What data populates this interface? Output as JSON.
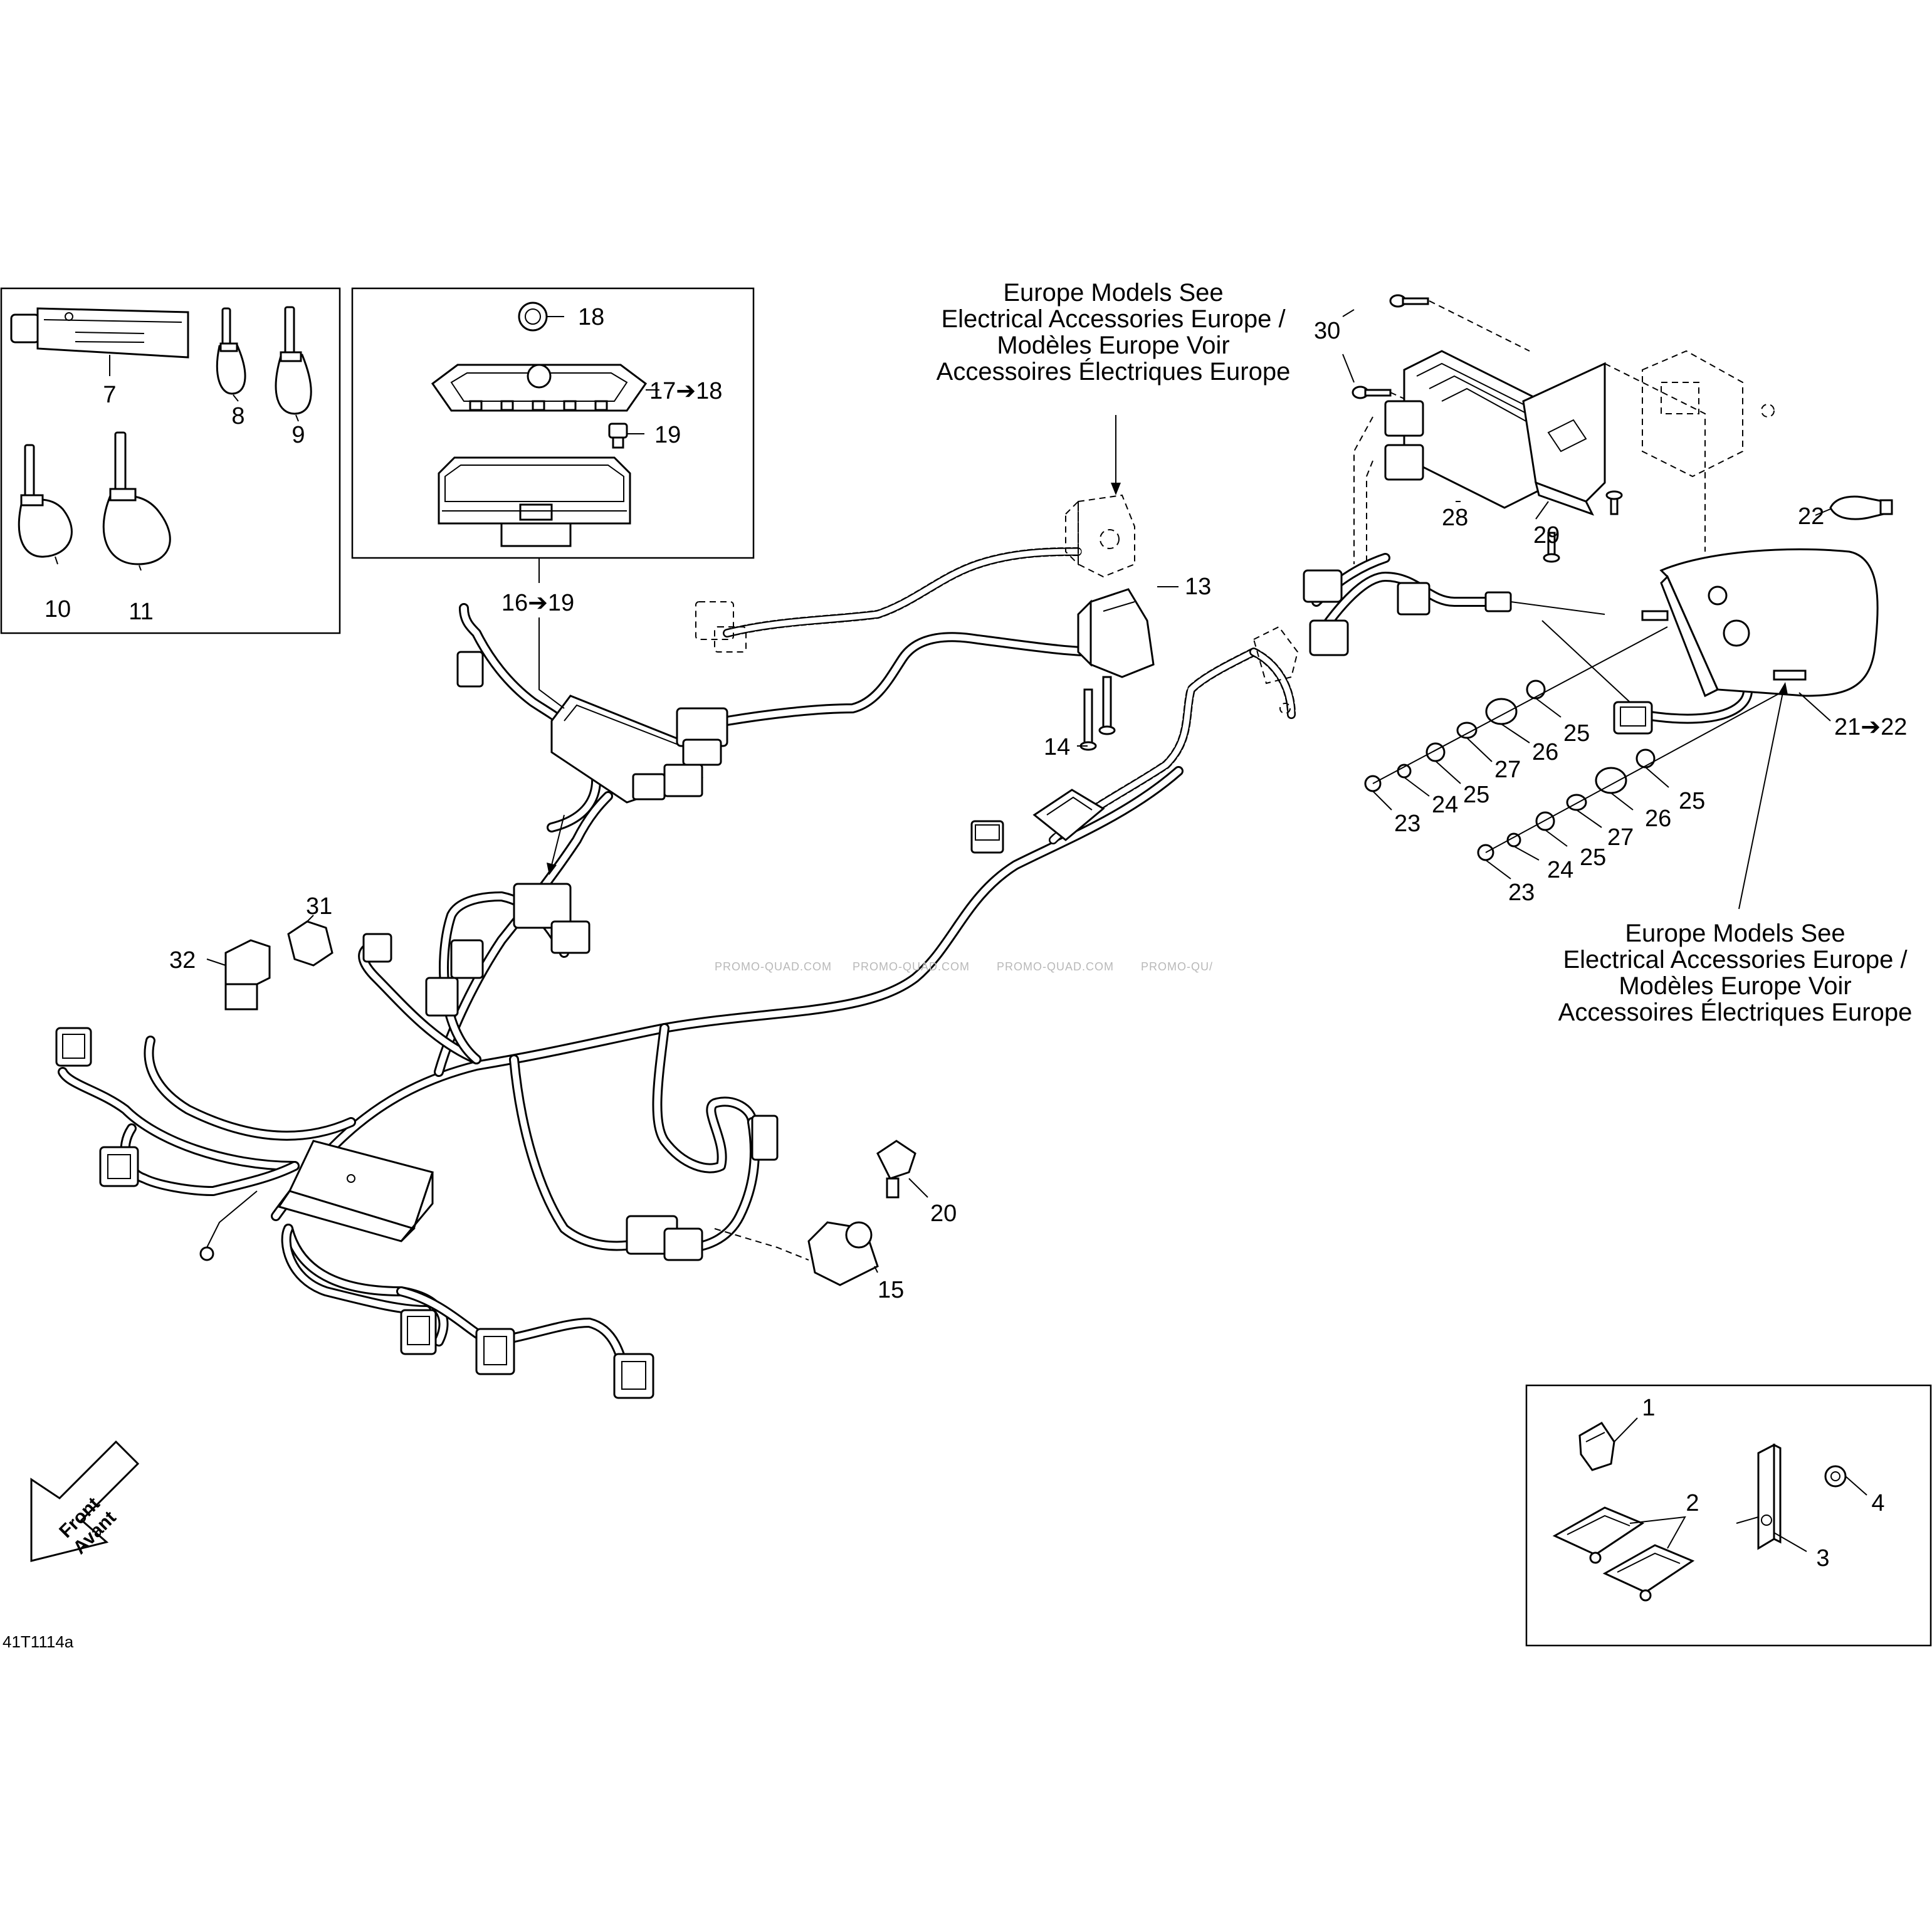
{
  "diagram": {
    "reference_code": "41T1114a",
    "watermark": "PROMO-QUAD.COM",
    "watermark_partial": "PROMO-QU/",
    "front_arrow": {
      "line1": "Front",
      "line2": "Avant"
    },
    "europe_note_top": {
      "line1": "Europe Models See",
      "line2": "Electrical Accessories Europe /",
      "line3": "Modèles Europe Voir",
      "line4": "Accessoires Électriques Europe"
    },
    "europe_note_right": {
      "line1": "Europe Models See",
      "line2": "Electrical Accessories Europe /",
      "line3": "Modèles Europe Voir",
      "line4": "Accessoires Électriques Europe"
    },
    "callouts": {
      "c1": "1",
      "c2": "2",
      "c3": "3",
      "c4": "4",
      "c7": "7",
      "c8": "8",
      "c9": "9",
      "c10": "10",
      "c11": "11",
      "c13": "13",
      "c14": "14",
      "c15": "15",
      "c16_19": "16➔19",
      "c17_18": "17➔18",
      "c18": "18",
      "c19": "19",
      "c20": "20",
      "c21_22": "21➔22",
      "c22": "22",
      "c23a": "23",
      "c23b": "23",
      "c24a": "24",
      "c24b": "24",
      "c25a": "25",
      "c25b": "25",
      "c25c": "25",
      "c25d": "25",
      "c26a": "26",
      "c26b": "26",
      "c27a": "27",
      "c27b": "27",
      "c28": "28",
      "c29": "29",
      "c30": "30",
      "c31": "31",
      "c32": "32"
    }
  }
}
